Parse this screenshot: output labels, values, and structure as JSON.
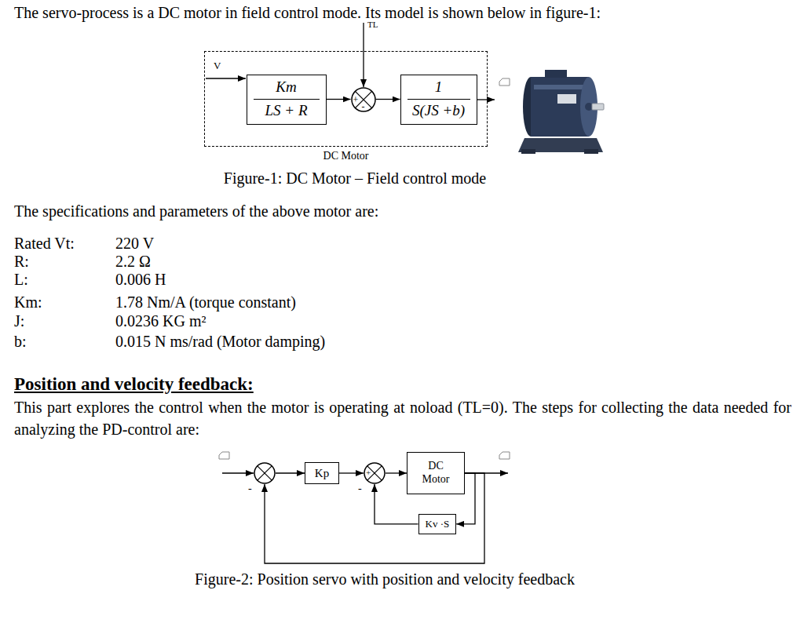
{
  "diagram": {
    "nodes": [
      {
        "text": [
          "DC Motor"
        ]
      },
      {
        "text": [
          "Km",
          "LS + R"
        ],
        "in": 0
      },
      {
        "text": [
          "+",
          "-"
        ],
        "in": 0
      },
      {
        "text": [
          "1",
          "S(JS +b)"
        ],
        "in": 0
      },
      {
        "text": [
          "-"
        ]
      },
      {
        "text": [
          "Kp"
        ]
      },
      {
        "text": [
          "+",
          "-"
        ]
      },
      {
        "text": [
          "DC Motor"
        ]
      },
      {
        "text": [
          "Kv ·S"
        ]
      }
    ],
    "edges": [
      {
        "from": 1,
        "to": 2,
        "arrow": "to"
      },
      {
        "from": 2,
        "to": 3,
        "arrow": "to"
      },
      {
        "from": 4,
        "to": 5,
        "arrow": "to"
      },
      {
        "from": 5,
        "to": 6,
        "arrow": "to"
      },
      {
        "from": 6,
        "to": 7,
        "arrow": "to"
      },
      {
        "from": 7,
        "to": 8,
        "arrow": "to"
      },
      {
        "from": 8,
        "to": 6,
        "arrow": "to"
      },
      {
        "from": 7,
        "to": 4,
        "arrow": "to"
      }
    ],
    "labels": [
      "The servo-process is a DC motor in field control mode. Its model is shown below in figure-1:",
      "TL",
      "V",
      "Figure-1: DC Motor – Field control mode",
      "The specifications and parameters of the above motor are:",
      "Rated Vt:",
      "220 V",
      "R:",
      "2.2 Ω",
      "L:",
      "0.006 H",
      "Km:",
      "1.78 Nm/A (torque constant)",
      "J:",
      "0.0236 KG m²",
      "b:",
      "0.015 N ms/rad (Motor damping)",
      "Position and velocity feedback:",
      "This part explores the control when the motor is operating at noload (TL=0). The steps for collecting the data needed for analyzing the PD-control are:",
      "Figure-2: Position servo with position and velocity feedback"
    ]
  }
}
